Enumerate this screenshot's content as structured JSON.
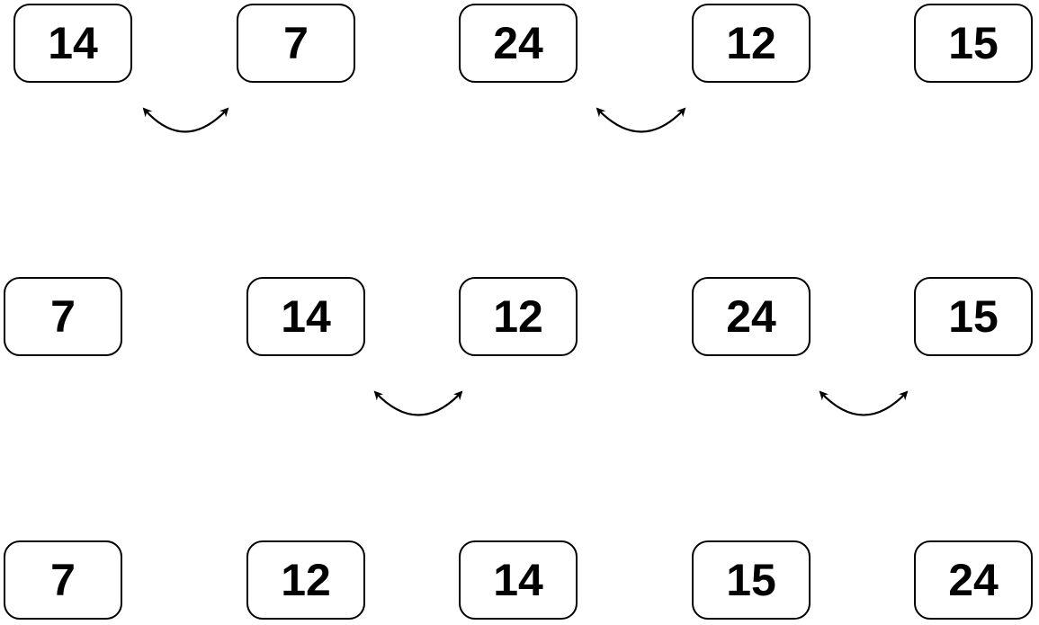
{
  "rows": [
    {
      "values": [
        "14",
        "7",
        "24",
        "12",
        "15"
      ]
    },
    {
      "values": [
        "7",
        "14",
        "12",
        "24",
        "15"
      ]
    },
    {
      "values": [
        "7",
        "12",
        "14",
        "15",
        "24"
      ]
    }
  ],
  "swaps": [
    {
      "row": 0,
      "between": [
        0,
        1
      ]
    },
    {
      "row": 0,
      "between": [
        2,
        3
      ]
    },
    {
      "row": 1,
      "between": [
        1,
        2
      ]
    },
    {
      "row": 1,
      "between": [
        3,
        4
      ]
    }
  ],
  "colors": {
    "stroke": "#000000",
    "box_fill": "#ffffff",
    "text": "#000000"
  }
}
